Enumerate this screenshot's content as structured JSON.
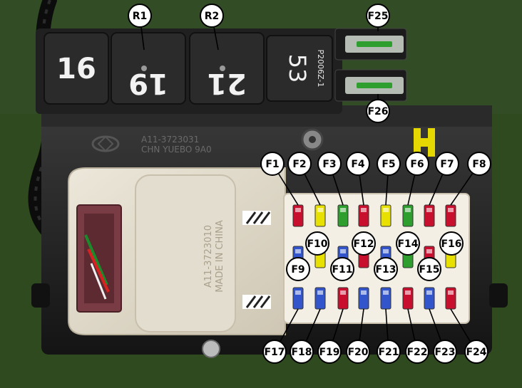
{
  "relays": [
    {
      "number": "16"
    },
    {
      "number": "19",
      "callout": "R1"
    },
    {
      "number": "21",
      "callout": "R2"
    },
    {
      "number": "53",
      "side_text": "P2006Z-1"
    }
  ],
  "housing": {
    "molding_line1": "A11-3723031",
    "molding_line2": "CHN  YUEBO 9A0",
    "cover_text1": "A11-3723010",
    "cover_text2": "MADE IN CHINA"
  },
  "callouts": {
    "top_row": [
      "F1",
      "F2",
      "F3",
      "F4",
      "F5",
      "F6",
      "F7",
      "F8"
    ],
    "mid_upper": [
      "F10",
      "F12",
      "F14",
      "F16"
    ],
    "mid_lower": [
      "F9",
      "F11",
      "F13",
      "F15"
    ],
    "bottom_row": [
      "F17",
      "F18",
      "F19",
      "F20",
      "F21",
      "F22",
      "F23",
      "F24"
    ],
    "maxi": [
      "F25",
      "F26"
    ]
  },
  "fuse_colors": {
    "top_row": [
      "#c8102e",
      "#e8e000",
      "#2e9e2e",
      "#c8102e",
      "#e8e000",
      "#2e9e2e",
      "#c8102e",
      "#c8102e"
    ],
    "mid_row": [
      "#3355cc",
      "#e8e000",
      "#3355cc",
      "#c8102e",
      "#3355cc",
      "#2e9e2e",
      "#c8102e",
      "#e8e000"
    ],
    "bottom_row": [
      "#3355cc",
      "#3355cc",
      "#c8102e",
      "#3355cc",
      "#3355cc",
      "#c8102e",
      "#3355cc",
      "#c8102e"
    ],
    "maxi": [
      "#2e9e2e",
      "#2e9e2e"
    ]
  },
  "colors": {
    "background": "#2f4a1f",
    "housing": "#1e1e1e",
    "cover": "#ddd6c6",
    "connector": "#7a3c44",
    "callout_fill": "#ffffff",
    "callout_stroke": "#000000"
  }
}
